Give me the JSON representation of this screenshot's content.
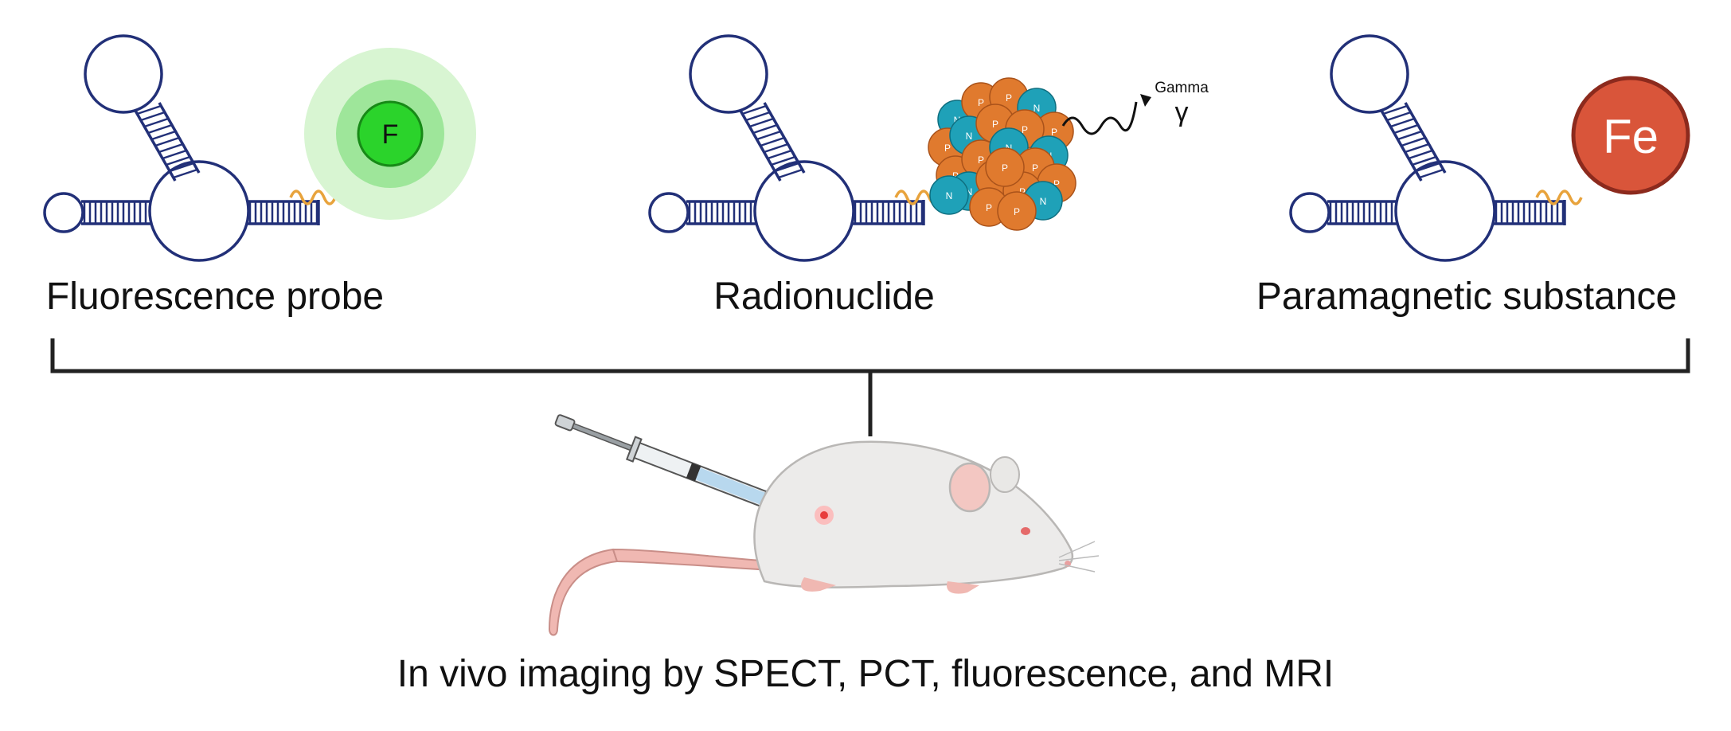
{
  "probes": [
    {
      "label": "Fluorescence probe",
      "symbol": "F"
    },
    {
      "label": "Radionuclide",
      "gamma_label": "Gamma",
      "gamma_symbol": "γ",
      "nucleon_letters": [
        "P",
        "N"
      ]
    },
    {
      "label": "Paramagnetic substance",
      "symbol": "Fe"
    }
  ],
  "caption": "In vivo imaging by SPECT, PCT, fluorescence, and MRI",
  "colors": {
    "aptamer": "#223078",
    "linker": "#e8a33c",
    "fluor_core": "#2bd32b",
    "fluor_halo": "#bff0b8",
    "proton": "#e07a2e",
    "neutron": "#1fa1b8",
    "iron": "#d9553a",
    "iron_border": "#8c2a1d",
    "bracket": "#222222",
    "mouse": "#ecebea",
    "mouse_pink": "#f0b8b2"
  },
  "icons": [
    "aptamer-hairpin-icon",
    "fluorophore-icon",
    "nucleus-icon",
    "iron-atom-icon",
    "syringe-icon",
    "mouse-icon"
  ]
}
